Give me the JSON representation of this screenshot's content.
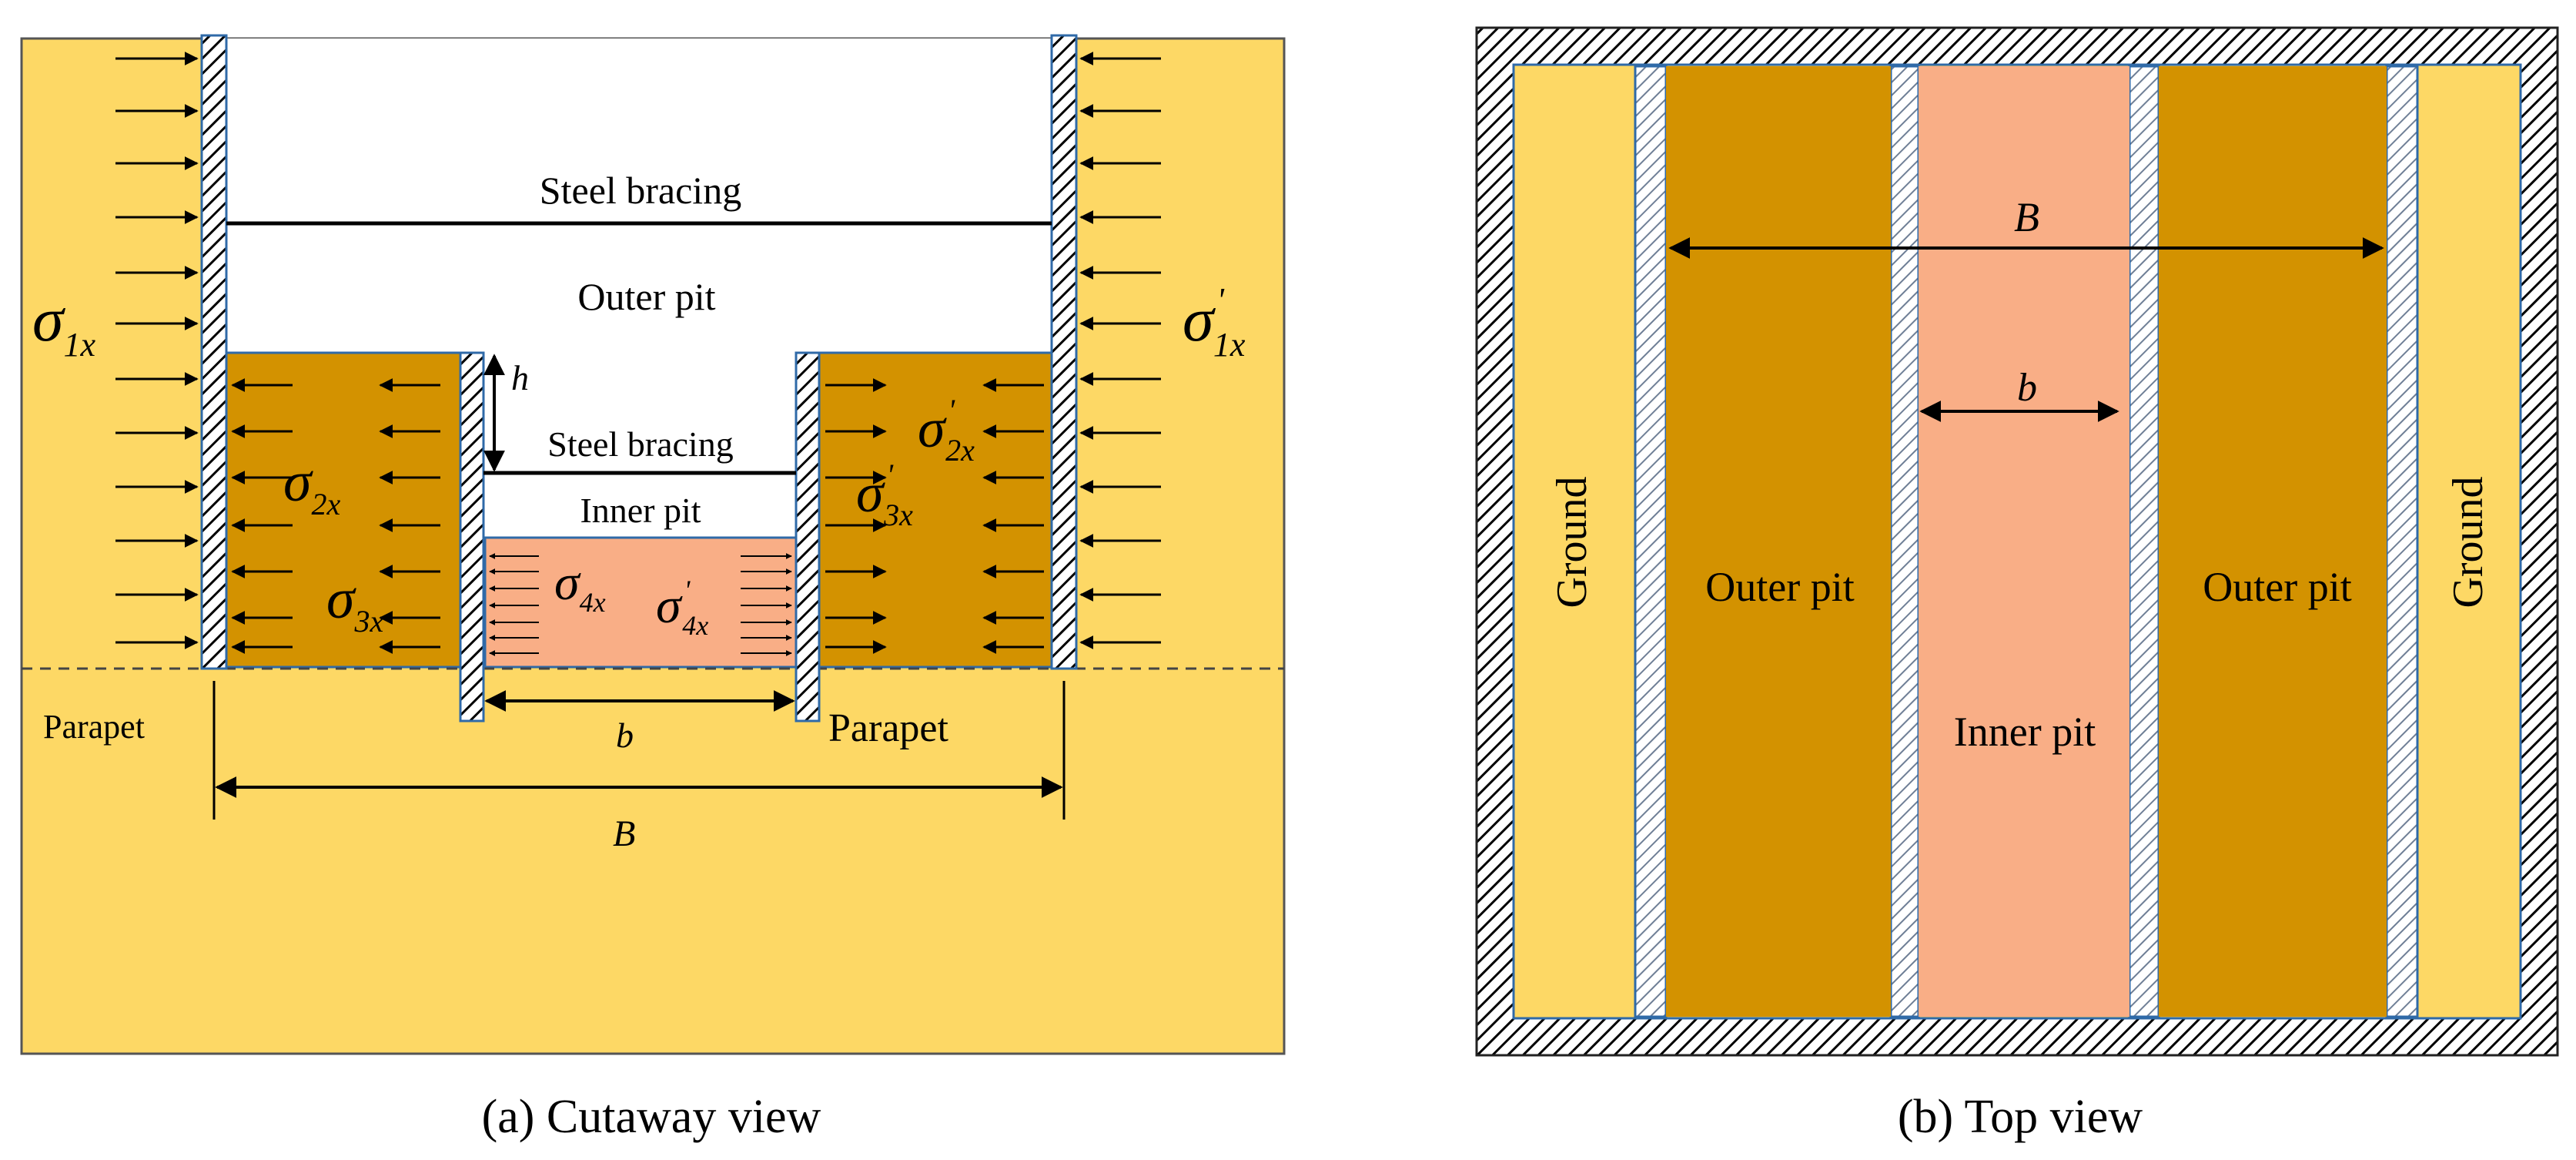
{
  "colors": {
    "ground": "#FDD865",
    "outer_pit": "#D39200",
    "inner_pit": "#F9AE86",
    "excavated": "#FFFFFF",
    "wall_edge": "#2F6AA8",
    "line": "#000000"
  },
  "cutaway": {
    "caption": "(a) Cutaway view",
    "upper_bracing": "Steel bracing",
    "outer_pit": "Outer pit",
    "lower_bracing": "Steel bracing",
    "inner_pit": "Inner pit",
    "parapet_left": "Parapet",
    "parapet_right": "Parapet",
    "dim_h": "h",
    "dim_b": "b",
    "dim_B": "B",
    "sigma": "σ",
    "prime": "'",
    "sub_1x": "1x",
    "sub_2x": "2x",
    "sub_3x": "3x",
    "sub_4x": "4x"
  },
  "top": {
    "caption": "(b) Top view",
    "ground_left": "Ground",
    "ground_right": "Ground",
    "outer_pit_left": "Outer pit",
    "outer_pit_right": "Outer pit",
    "inner_pit": "Inner pit",
    "dim_B": "B",
    "dim_b": "b"
  }
}
